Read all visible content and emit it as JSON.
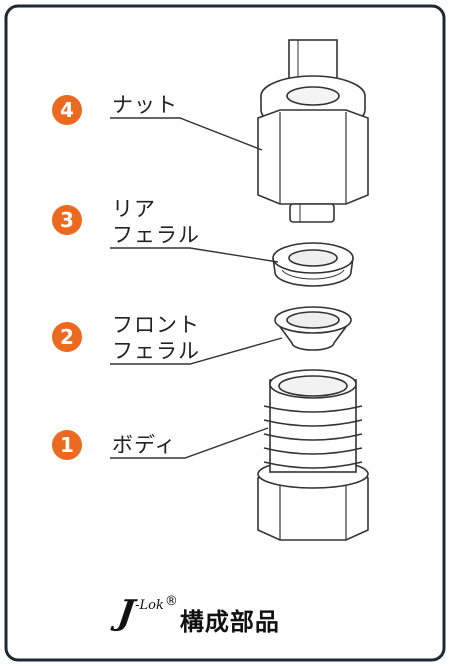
{
  "colors": {
    "badge": "#ec6a1f",
    "frame": "#1c2a36",
    "line": "#333333"
  },
  "parts": [
    {
      "number": "4",
      "lines": [
        "ナット"
      ]
    },
    {
      "number": "3",
      "lines": [
        "リア",
        "フェラル"
      ]
    },
    {
      "number": "2",
      "lines": [
        "フロント",
        "フェラル"
      ]
    },
    {
      "number": "1",
      "lines": [
        "ボディ"
      ]
    }
  ],
  "caption": {
    "brand_initial": "J",
    "brand_suffix": "-Lok",
    "registered": "®",
    "text": "構成部品"
  }
}
